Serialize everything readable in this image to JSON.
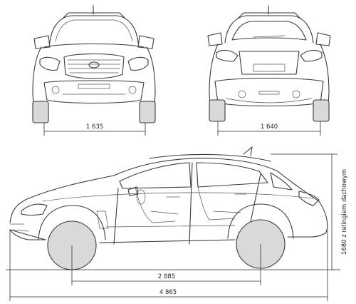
{
  "dimensions": {
    "front_track": "1 635",
    "rear_track": "1 640",
    "wheelbase": "2 885",
    "length": "4 865",
    "height": "1680 z relingiem dachowym"
  },
  "colors": {
    "line": "#3a3a3a",
    "tyre": "#d9d9d9",
    "background": "#ffffff"
  }
}
